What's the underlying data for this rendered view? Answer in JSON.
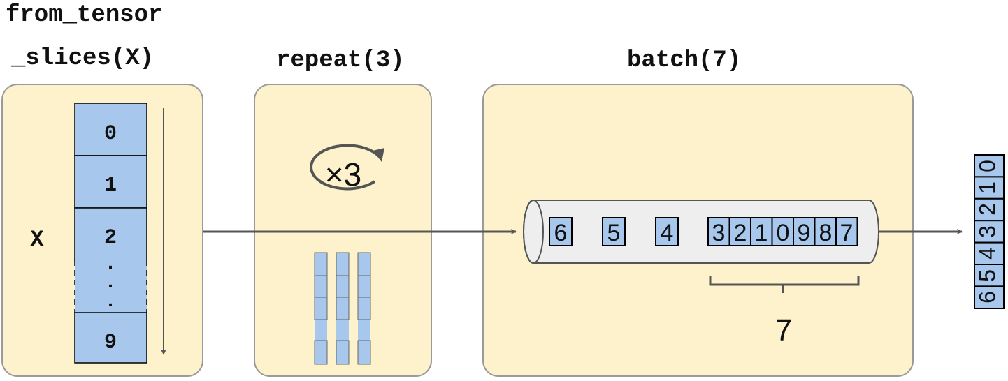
{
  "stages": {
    "from_tensor_slices": {
      "label_line1": "from_tensor",
      "label_line2": "_slices(X)",
      "input_label": "X",
      "items": [
        "0",
        "1",
        "2",
        "9"
      ],
      "ellipsis": [
        ".",
        ".",
        "."
      ]
    },
    "repeat": {
      "label": "repeat(3)",
      "loop_text": "×3"
    },
    "batch": {
      "label": "batch(7)",
      "queue_singles": [
        "6",
        "5",
        "4"
      ],
      "queue_batch": [
        "3",
        "2",
        "1",
        "0",
        "9",
        "8",
        "7"
      ],
      "brace_label": "7"
    }
  },
  "output_batch": [
    "6",
    "5",
    "4",
    "3",
    "2",
    "1",
    "0"
  ],
  "colors": {
    "panel_fill": "#fdf2cb",
    "panel_stroke": "#9a9a9a",
    "cell_fill": "#a7c7ec",
    "cell_stroke": "#000000",
    "arrow": "#555555",
    "tube_fill": "#eeeeee"
  }
}
